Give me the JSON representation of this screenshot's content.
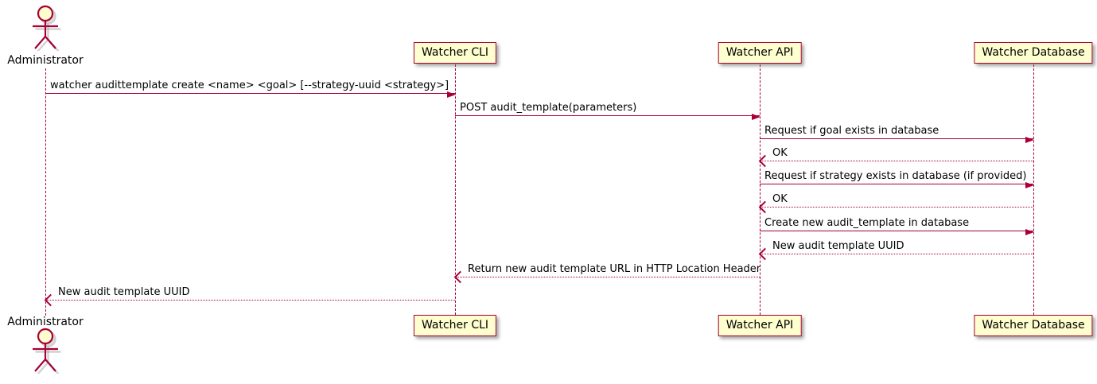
{
  "colors": {
    "line": "#A80036",
    "participant_fill": "#FEFECE",
    "text": "#000000"
  },
  "actor": {
    "name": "Administrator"
  },
  "participants": [
    {
      "id": "cli",
      "label": "Watcher CLI"
    },
    {
      "id": "api",
      "label": "Watcher API"
    },
    {
      "id": "db",
      "label": "Watcher Database"
    }
  ],
  "messages": [
    {
      "from": "admin",
      "to": "cli",
      "style": "solid",
      "label": "watcher audittemplate create <name> <goal> [--strategy-uuid <strategy>]"
    },
    {
      "from": "cli",
      "to": "api",
      "style": "solid",
      "label": "POST audit_template(parameters)"
    },
    {
      "from": "api",
      "to": "db",
      "style": "solid",
      "label": "Request if goal exists in database"
    },
    {
      "from": "db",
      "to": "api",
      "style": "dashed",
      "label": "OK"
    },
    {
      "from": "api",
      "to": "db",
      "style": "solid",
      "label": "Request if strategy exists in database (if provided)"
    },
    {
      "from": "db",
      "to": "api",
      "style": "dashed",
      "label": "OK"
    },
    {
      "from": "api",
      "to": "db",
      "style": "solid",
      "label": "Create new audit_template in database"
    },
    {
      "from": "db",
      "to": "api",
      "style": "dashed",
      "label": "New audit template UUID"
    },
    {
      "from": "api",
      "to": "cli",
      "style": "dashed",
      "label": "Return new audit template URL in HTTP Location Header"
    },
    {
      "from": "cli",
      "to": "admin",
      "style": "dashed",
      "label": "New audit template UUID"
    }
  ]
}
